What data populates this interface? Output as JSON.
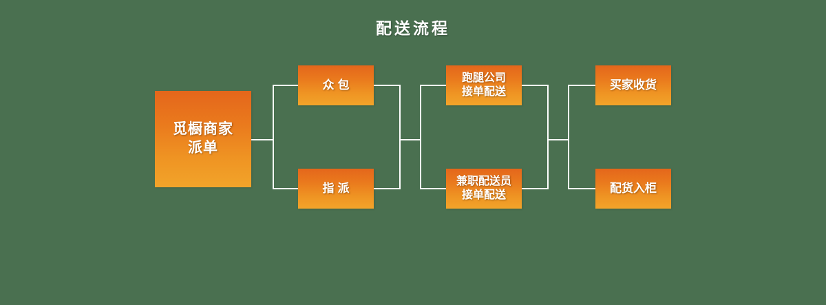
{
  "diagram": {
    "title": "配送流程",
    "background_color": "#4a7050",
    "node_gradient_from": "#e4661b",
    "node_gradient_to": "#f2a42a",
    "connector_color": "#ffffff",
    "nodes": {
      "root": "觅橱商家\n派单",
      "col2_top": "众包",
      "col2_bottom": "指派",
      "col3_top": "跑腿公司\n接单配送",
      "col3_bottom": "兼职配送员\n接单配送",
      "col4_top": "买家收货",
      "col4_bottom": "配货入柜"
    }
  }
}
